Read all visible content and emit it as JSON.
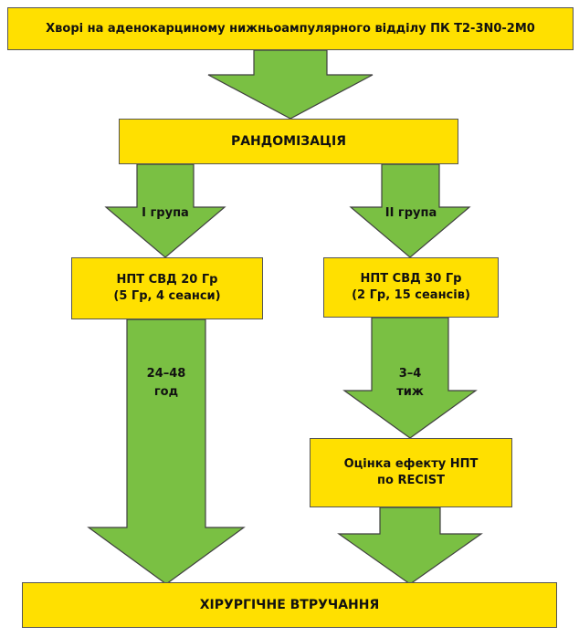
{
  "colors": {
    "box_fill": "#FFE000",
    "box_border": "#555555",
    "arrow_fill": "#7AC043",
    "arrow_stroke": "#3F3F3F"
  },
  "boxes": {
    "patients": "Хворі на аденокарциному нижньоампулярного відділу ПК T2-3N0-2M0",
    "randomization": "РАНДОМІЗАЦІЯ",
    "group1_line1": "НПТ СВД 20 Гр",
    "group1_line2": "(5 Гр, 4 сеанси)",
    "group2_line1": "НПТ СВД 30 Гр",
    "group2_line2": "(2 Гр, 15 сеансів)",
    "evaluation_line1": "Оцінка ефекту НПТ",
    "evaluation_line2": "по RECIST",
    "surgery": "ХІРУРГІЧНЕ ВТРУЧАННЯ"
  },
  "arrow_labels": {
    "group1": "І група",
    "group2": "ІІ група",
    "interval1_line1": "24–48",
    "interval1_line2": "год",
    "interval2_line1": "3–4",
    "interval2_line2": "тиж"
  }
}
